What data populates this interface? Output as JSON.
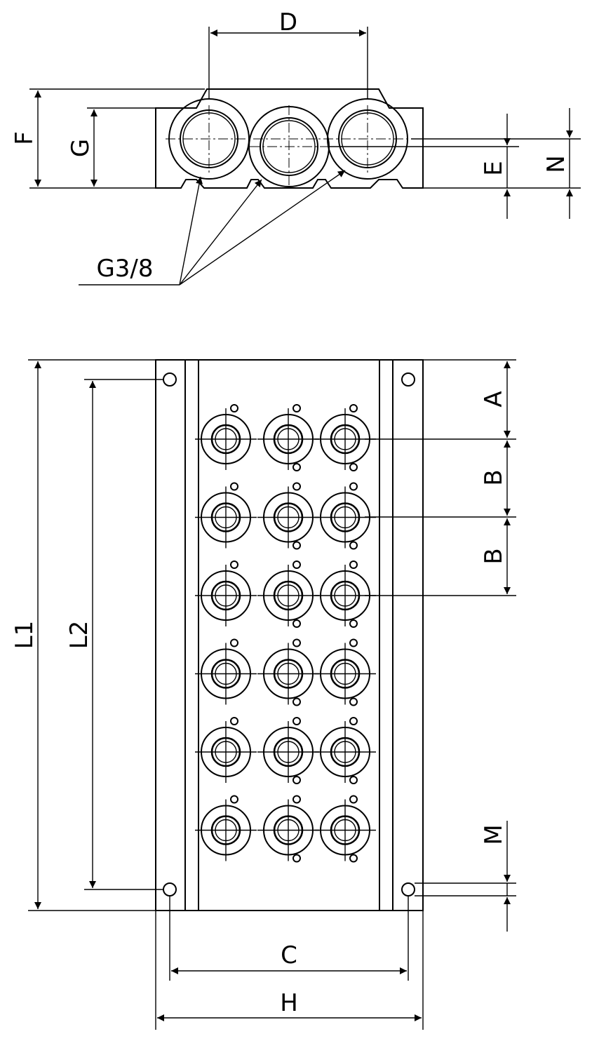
{
  "top_view": {
    "dimensions": {
      "D": "D",
      "F": "F",
      "G": "G",
      "E": "E",
      "N": "N"
    },
    "thread_label": "G3/8"
  },
  "plan_view": {
    "dimensions": {
      "A": "A",
      "B1": "B",
      "B2": "B",
      "L1": "L1",
      "L2": "L2",
      "M": "M",
      "C": "C",
      "H": "H"
    },
    "port_rows": 6,
    "port_columns": 3
  }
}
